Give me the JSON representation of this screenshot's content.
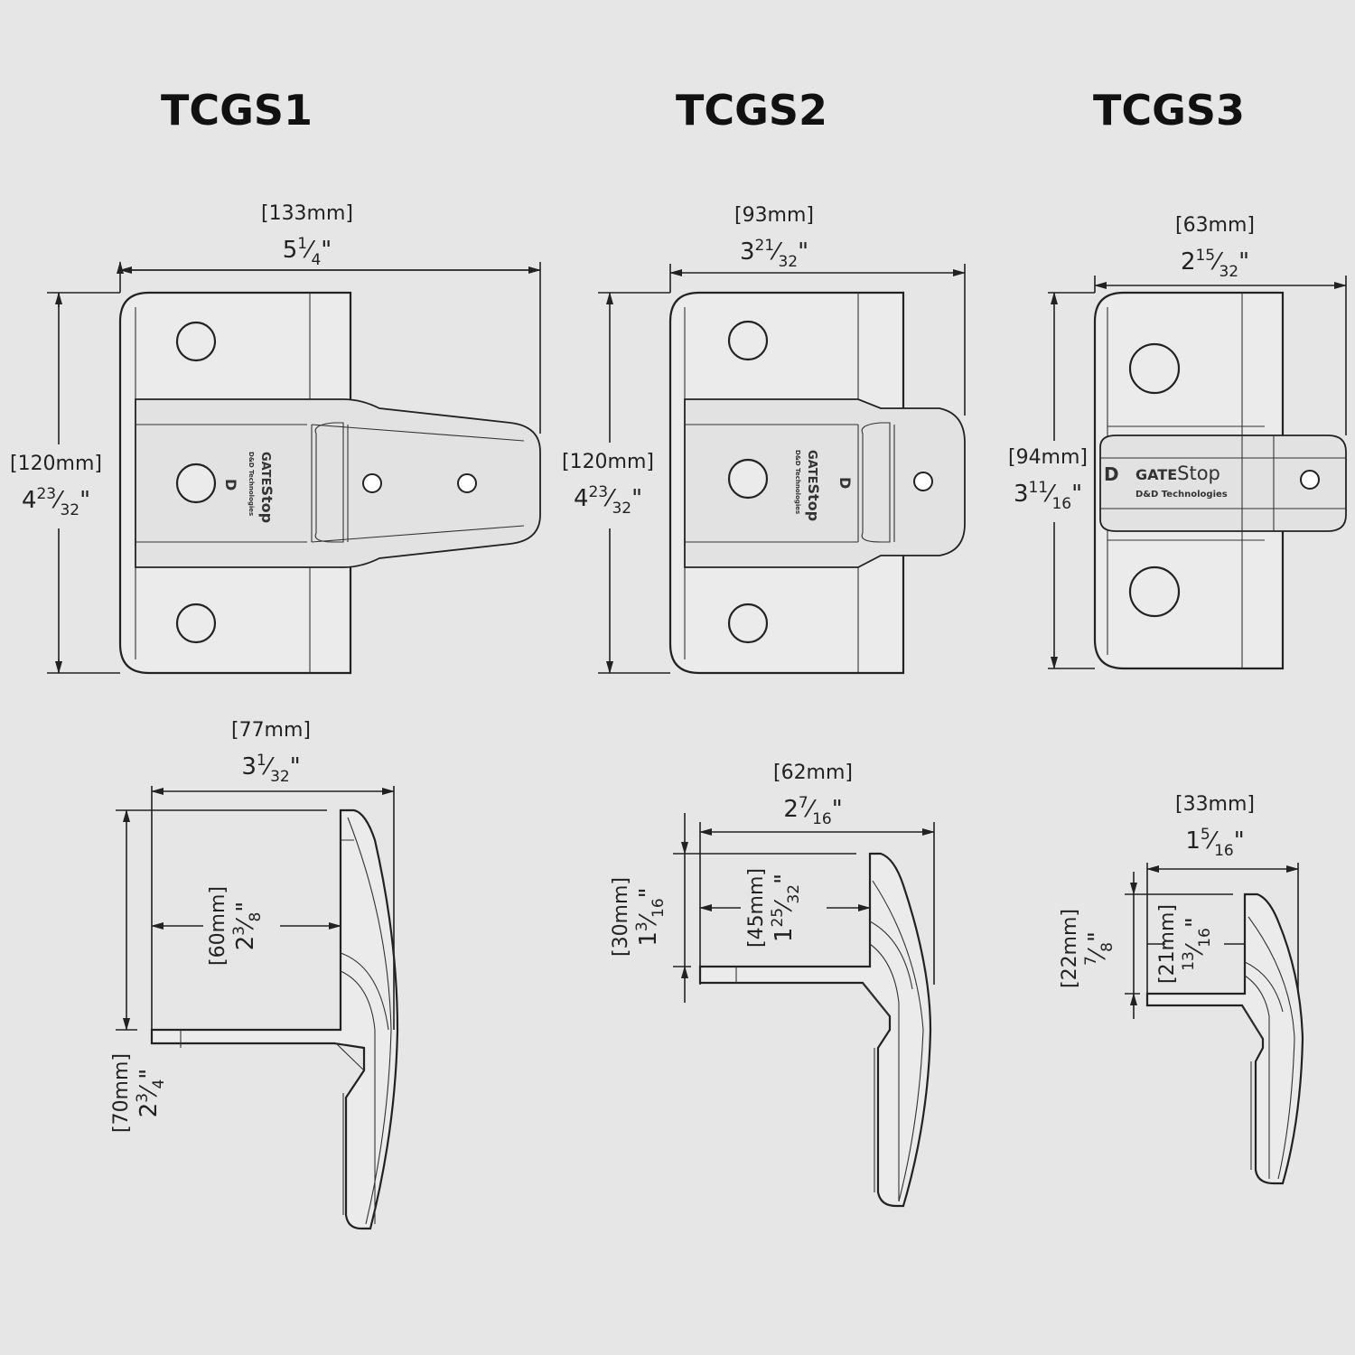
{
  "models": [
    {
      "title": "TCGS1",
      "front_width": {
        "mm": "[133mm]",
        "whole": "5",
        "num": "1",
        "den": "4"
      },
      "front_height": {
        "mm": "[120mm]",
        "whole": "4",
        "num": "23",
        "den": "32"
      },
      "side_width": {
        "mm": "[77mm]",
        "whole": "3",
        "num": "1",
        "den": "32"
      },
      "side_inner": {
        "mm": "[60mm]",
        "whole": "2",
        "num": "3",
        "den": "8"
      },
      "side_height": {
        "mm": "[70mm]",
        "whole": "2",
        "num": "3",
        "den": "4"
      }
    },
    {
      "title": "TCGS2",
      "front_width": {
        "mm": "[93mm]",
        "whole": "3",
        "num": "21",
        "den": "32"
      },
      "front_height": {
        "mm": "[120mm]",
        "whole": "4",
        "num": "23",
        "den": "32"
      },
      "side_width": {
        "mm": "[62mm]",
        "whole": "2",
        "num": "7",
        "den": "16"
      },
      "side_inner": {
        "mm": "[45mm]",
        "whole": "1",
        "num": "25",
        "den": "32"
      },
      "side_height": {
        "mm": "[30mm]",
        "whole": "1",
        "num": "3",
        "den": "16"
      }
    },
    {
      "title": "TCGS3",
      "front_width": {
        "mm": "[63mm]",
        "whole": "2",
        "num": "15",
        "den": "32"
      },
      "front_height": {
        "mm": "[94mm]",
        "whole": "3",
        "num": "11",
        "den": "16"
      },
      "side_width": {
        "mm": "[33mm]",
        "whole": "1",
        "num": "5",
        "den": "16"
      },
      "side_inner": {
        "mm": "[21mm]",
        "whole": "",
        "num": "13",
        "den": "16"
      },
      "side_height": {
        "mm": "[22mm]",
        "whole": "",
        "num": "7",
        "den": "8"
      }
    }
  ],
  "logo": {
    "brand_a": "GATE",
    "brand_b": "Stop",
    "maker": "D&D Technologies",
    "mark": "D"
  },
  "colors": {
    "background": "#e6e6e6",
    "line": "#222222"
  }
}
